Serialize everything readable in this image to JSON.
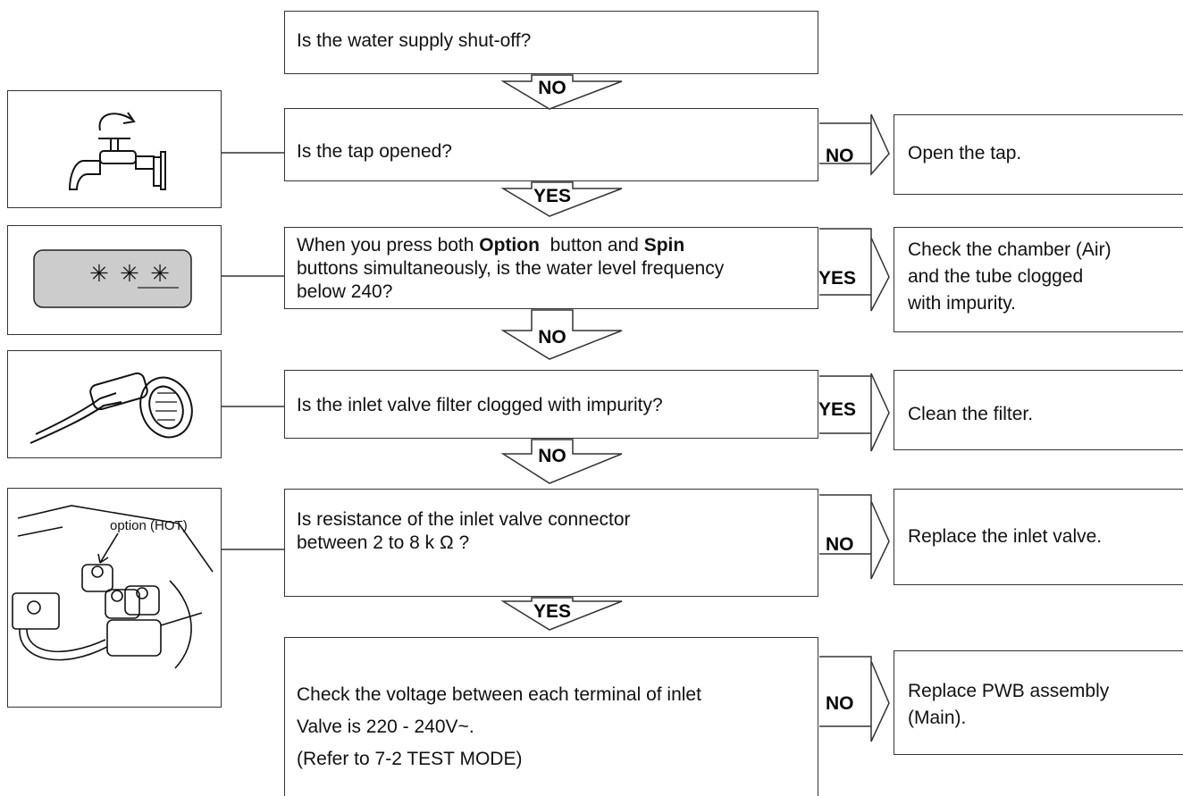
{
  "steps": {
    "q1": "Is the water supply shut-off?",
    "q2": "Is the tap opened?",
    "q3": {
      "part1": "When you press both ",
      "option": "Option",
      "part2": "  button and ",
      "spin": "Spin",
      "line2": "buttons simultaneously, is the water level frequency",
      "line3": "below 240?"
    },
    "q4": "Is the inlet valve filter clogged with impurity?",
    "q5": {
      "line1": "Is resistance of the inlet valve connector",
      "line2": "between 2 to 8 k Ω ?"
    },
    "q6": {
      "line1": "Check the voltage between each terminal of inlet",
      "line2": "Valve is 220 - 240V~.",
      "line3": "(Refer to 7-2 TEST MODE)"
    }
  },
  "results": {
    "r1": "Open the tap.",
    "r2": {
      "line1": "Check the chamber (Air)",
      "line2": "and the tube clogged",
      "line3": "with impurity."
    },
    "r3": "Clean the filter.",
    "r4": "Replace the inlet valve.",
    "r5": {
      "line1": "Replace PWB assembly",
      "line2": "(Main)."
    }
  },
  "branches": {
    "down1": "NO",
    "down2": "YES",
    "down3": "NO",
    "down4": "NO",
    "down5": "YES",
    "right1": "NO",
    "right2": "YES",
    "right3": "YES",
    "right4": "NO",
    "right5": "NO"
  },
  "pictures": {
    "display_text": "✳ ✳ ✳",
    "valve_label": "option (HOT)"
  }
}
